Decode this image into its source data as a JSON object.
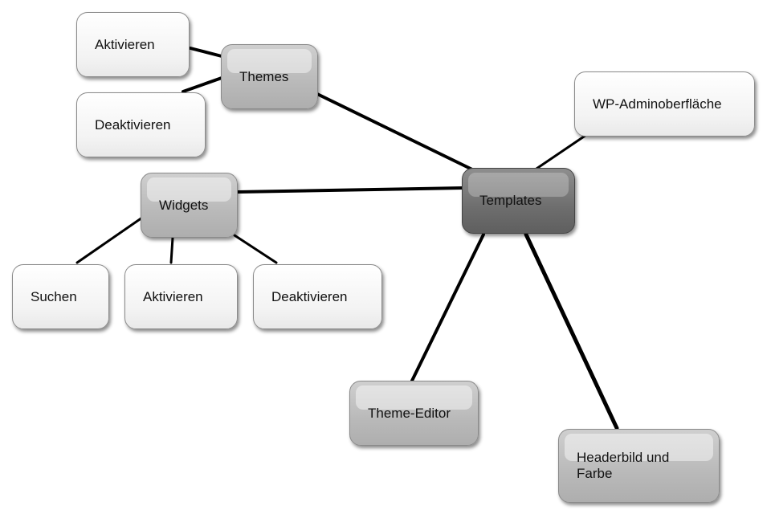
{
  "diagram": {
    "center": {
      "label": "Templates"
    },
    "themes": {
      "label": "Themes"
    },
    "themes_activate": {
      "label": "Aktivieren"
    },
    "themes_deactivate": {
      "label": "Deaktivieren"
    },
    "widgets": {
      "label": "Widgets"
    },
    "widgets_search": {
      "label": "Suchen"
    },
    "widgets_activate": {
      "label": "Aktivieren"
    },
    "widgets_deactivate": {
      "label": "Deaktivieren"
    },
    "admin": {
      "label": "WP-Adminoberfläche"
    },
    "editor": {
      "label": "Theme-Editor"
    },
    "header": {
      "label": "Headerbild und Farbe"
    }
  }
}
